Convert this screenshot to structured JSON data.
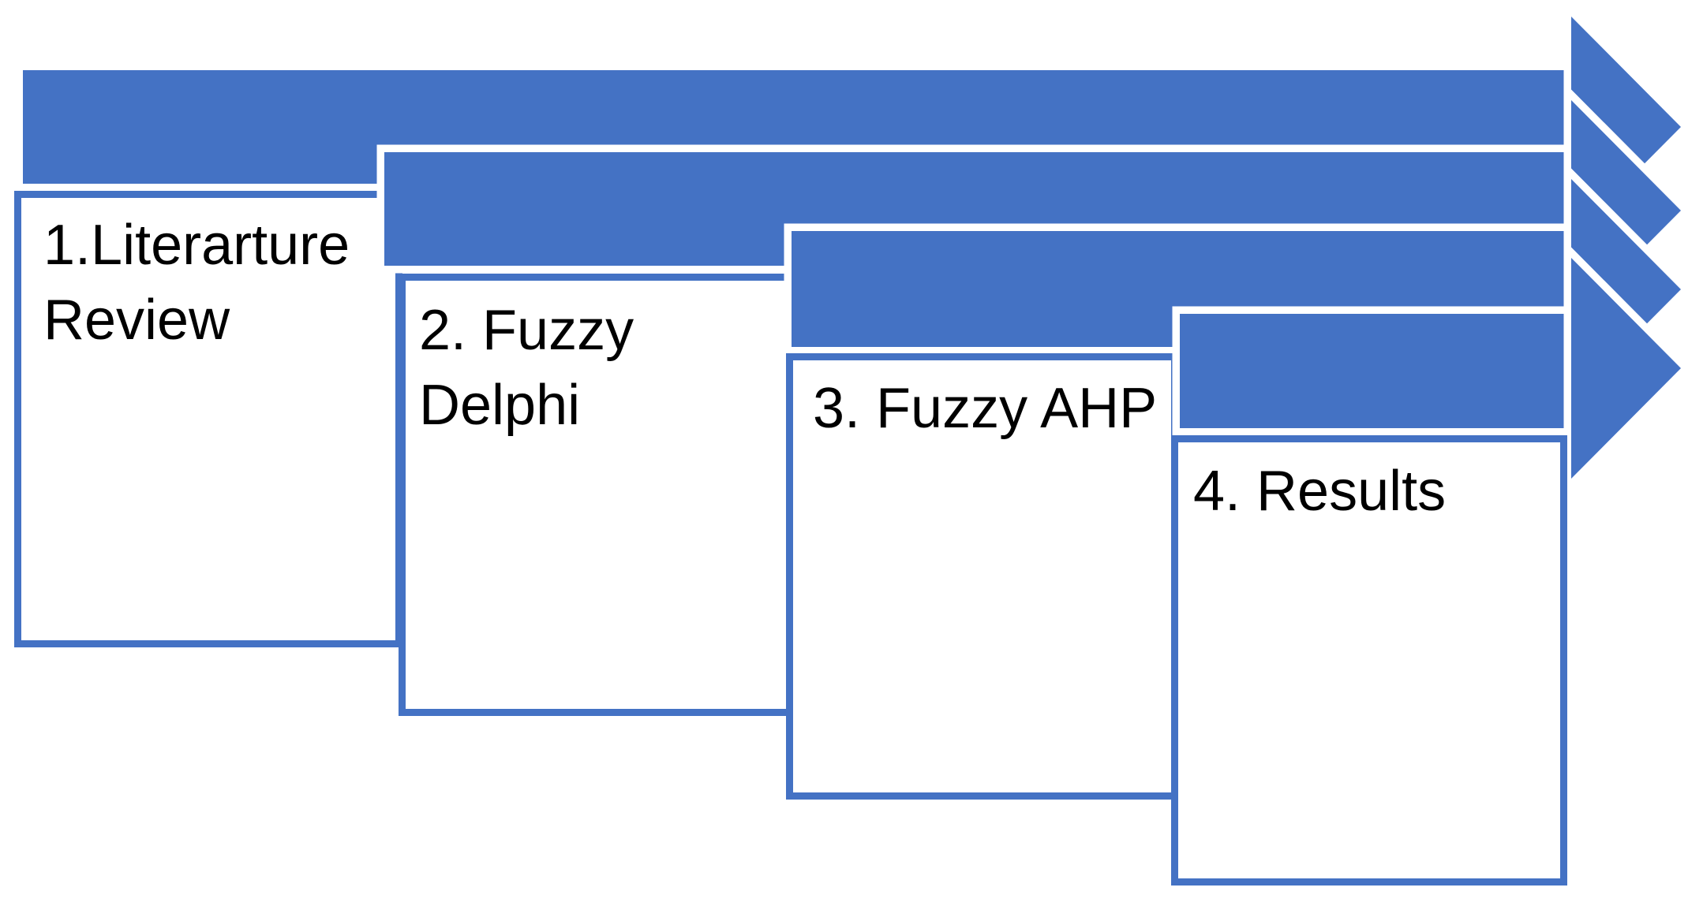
{
  "diagram": {
    "type": "process-flow",
    "direction": "left-to-right",
    "description": "Four-step staircase process diagram with overlapping right-pointing block arrows",
    "steps": [
      {
        "index": 1,
        "label": "1.Literarture Review"
      },
      {
        "index": 2,
        "label": "2. Fuzzy Delphi"
      },
      {
        "index": 3,
        "label": "3. Fuzzy AHP"
      },
      {
        "index": 4,
        "label": "4. Results"
      }
    ],
    "colors": {
      "arrow_fill": "#4472C4",
      "arrow_outline": "#FFFFFF",
      "box_border": "#4472C4",
      "box_fill": "#FFFFFF",
      "text": "#000000",
      "background": "#FFFFFF"
    }
  }
}
